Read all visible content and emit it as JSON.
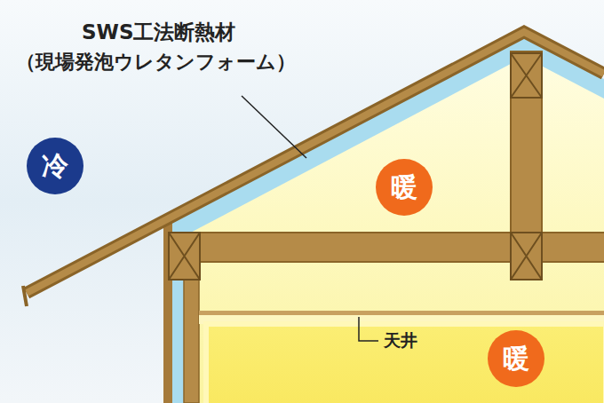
{
  "diagram": {
    "nodes": [
      {
        "text": [
          "冷"
        ]
      },
      {
        "text": [
          "暖"
        ]
      },
      {
        "text": [
          "暖"
        ]
      }
    ],
    "labels": [
      "SWS工法断熱材",
      "（現場発泡ウレタンフォーム）",
      "天井"
    ]
  }
}
